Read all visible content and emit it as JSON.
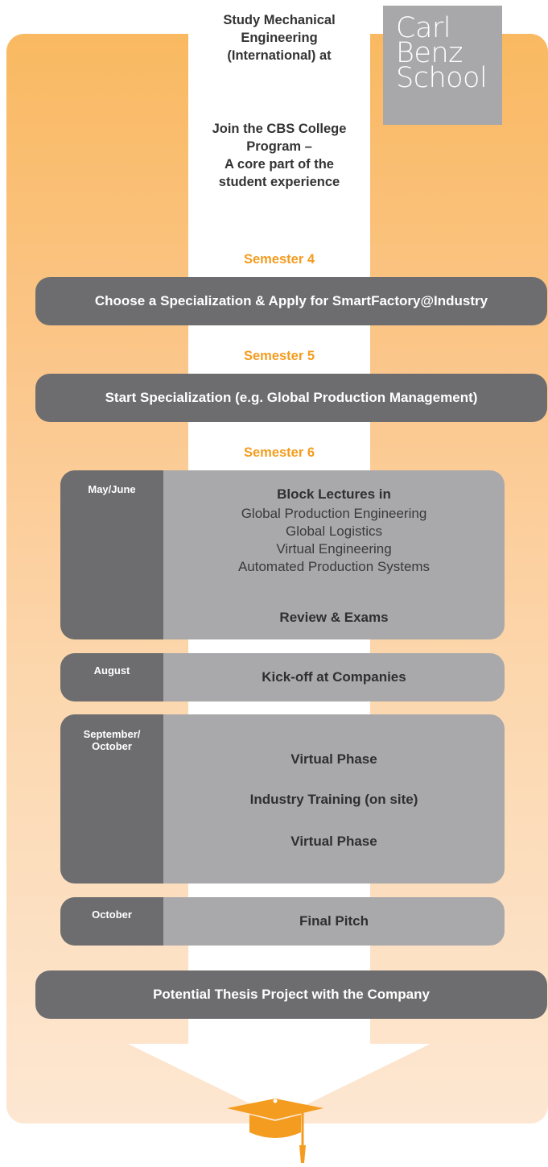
{
  "colors": {
    "accent_orange": "#f39c1f",
    "dark_gray": "#6d6d6f",
    "light_gray": "#a9a9ab",
    "logo_gray": "#a8a8aa"
  },
  "header": {
    "intro_lines": [
      "Study Mechanical",
      "Engineering",
      "(International) at"
    ],
    "join_lines": [
      "Join the CBS College",
      "Program –",
      "A core part of the",
      "student experience"
    ]
  },
  "logo": {
    "lines": [
      "Carl",
      "Benz",
      "School"
    ]
  },
  "semester4": {
    "label": "Semester 4",
    "step": "Choose a Specialization & Apply for SmartFactory@Industry"
  },
  "semester5": {
    "label": "Semester 5",
    "step": "Start Specialization (e.g. Global Production Management)"
  },
  "semester6": {
    "label": "Semester 6",
    "blocks": [
      {
        "time_lines": [
          "May/June"
        ],
        "title": "Block Lectures in",
        "courses": [
          "Global Production Engineering",
          "Global Logistics",
          "Virtual Engineering",
          "Automated Production Systems"
        ],
        "closing": "Review & Exams"
      },
      {
        "time_lines": [
          "August"
        ],
        "title": "Kick-off at Companies"
      },
      {
        "time_lines": [
          "September/",
          "October"
        ],
        "phases": [
          "Virtual Phase",
          "Industry Training (on site)",
          "Virtual Phase"
        ]
      },
      {
        "time_lines": [
          "October"
        ],
        "title": "Final Pitch"
      }
    ]
  },
  "final_step": "Potential Thesis Project with the Company",
  "graduation_icon": "graduation-cap-icon"
}
